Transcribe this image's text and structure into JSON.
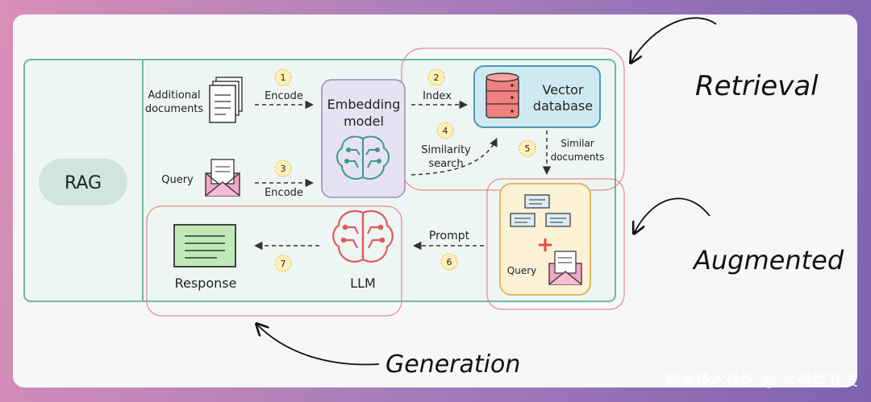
{
  "rag_label": "RAG",
  "nodes": {
    "docs": "Additional documents",
    "docs_l1": "Additional",
    "docs_l2": "documents",
    "query_top": "Query",
    "embedding_l1": "Embedding",
    "embedding_l2": "model",
    "vector_l1": "Vector",
    "vector_l2": "database",
    "query_aug": "Query",
    "response": "Response",
    "llm": "LLM"
  },
  "edges": [
    {
      "step": "1",
      "label": "Encode"
    },
    {
      "step": "2",
      "label": "Index"
    },
    {
      "step": "3",
      "label": "Encode"
    },
    {
      "step": "4",
      "label_l1": "Similarity",
      "label_l2": "search"
    },
    {
      "step": "5",
      "label_l1": "Similar",
      "label_l2": "documents"
    },
    {
      "step": "6",
      "label": "Prompt"
    },
    {
      "step": "7",
      "label": ""
    }
  ],
  "annotations": {
    "retrieval": "Retrieval",
    "augmented": "Augmented",
    "generation": "Generation"
  },
  "watermark": "掘金技术社区 @ 大模型开发",
  "colors": {
    "panel_border": "#6fb8a4",
    "rag_pill": "#cfe5de",
    "embedding_fill": "#e7e2f1",
    "embedding_border": "#9b8ab8",
    "vector_fill": "#cfe9f1",
    "vector_border": "#4b9bb4",
    "db_icon": "#f28080",
    "augment_fill": "#fbf1d4",
    "augment_border": "#e0b24a",
    "response_fill": "#bfeab8",
    "step_badge": "#fdf0b7",
    "region_outline": "#e57373",
    "llm_icon": "#e05a5a",
    "brain_icon": "#3a9a8a"
  }
}
